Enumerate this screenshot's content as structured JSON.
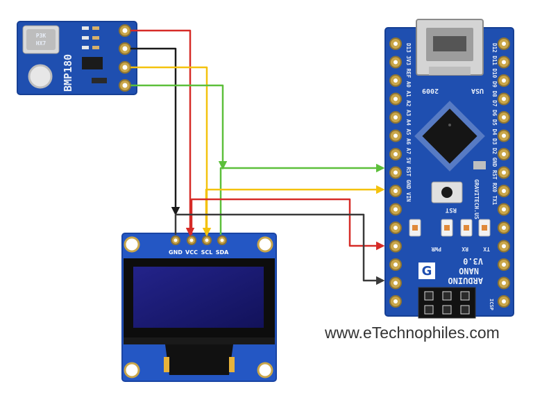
{
  "bmp180": {
    "label": "BMP180",
    "chip_text": [
      "P3K",
      "HX7"
    ]
  },
  "oled": {
    "pins": [
      "GND",
      "VCC",
      "SCL",
      "SDA"
    ]
  },
  "nano": {
    "usa": "USA",
    "year": "2009",
    "rst": "RST",
    "brand": "GRAVITECH.US",
    "arduino": "ARDUINO",
    "nano": "NANO",
    "version": "V3.0",
    "leds": [
      "PWR",
      "RX",
      "TX"
    ],
    "left_pins": "D13 3V3 REF A0 A1 A2 A3 A4 A5 A6 A7 5V RST GND VIN",
    "right_pins": "D12 D11 D10 D9 D8 D7 D6 D5 D4 D3 D2 GND RST RX0 TX1",
    "icsp": "ICSP"
  },
  "wire_colors": {
    "red": "#d62b27",
    "black": "#1a1a1a",
    "yellow": "#f4c20d",
    "green": "#5cbf3a"
  },
  "board_colors": {
    "blue": "#1f4fb0",
    "dark_blue": "#123a8c",
    "gold": "#c9a64a"
  },
  "watermark": "www.eTechnophiles.com"
}
